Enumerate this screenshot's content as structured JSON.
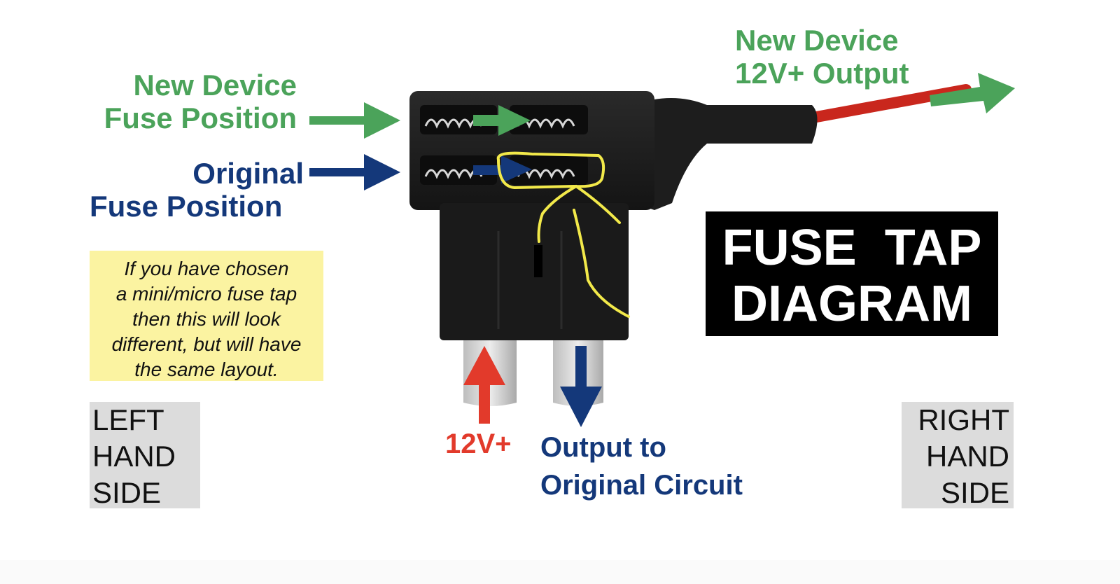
{
  "labels": {
    "new_device_fuse": [
      "New Device",
      "Fuse Position"
    ],
    "original_fuse": [
      "Original",
      "Fuse Position"
    ],
    "new_device_output": [
      "New Device",
      "12V+ Output"
    ],
    "input_12v": "12V+",
    "output_original": [
      "Output to",
      "Original Circuit"
    ]
  },
  "note": {
    "lines": [
      "If you have chosen",
      "a mini/micro fuse tap",
      "then this will look",
      "different, but will have",
      "the same layout."
    ]
  },
  "left_side": [
    "LEFT",
    "HAND",
    "SIDE"
  ],
  "right_side": [
    "RIGHT",
    "HAND",
    "SIDE"
  ],
  "title": [
    "FUSE  TAP",
    "DIAGRAM"
  ],
  "colors": {
    "green": "#4ba35a",
    "navy": "#14387a",
    "red": "#e23a2b",
    "annotation_yellow": "#f2e94a",
    "note_bg": "#fbf3a1",
    "body_black": "#1c1c1c"
  },
  "icons": [
    "green-arrow-icon",
    "navy-arrow-icon",
    "red-arrow-icon",
    "fuse-tap-device-icon",
    "wire-icon"
  ]
}
